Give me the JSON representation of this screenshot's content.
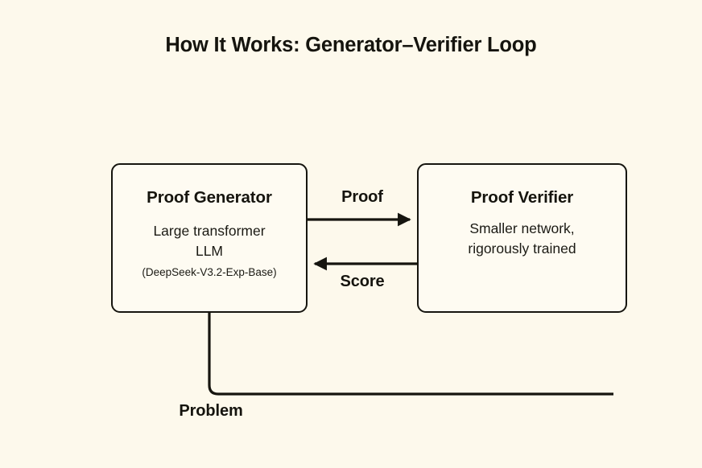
{
  "diagram": {
    "title": "How It Works: Generator–Verifier Loop",
    "background_color": "#fdf9ec",
    "stroke_color": "#16150f",
    "nodes": [
      {
        "id": "generator",
        "title": "Proof Generator",
        "subtitle": "Large transformer\nLLM",
        "note": "(DeepSeek-V3.2-Exp-Base)"
      },
      {
        "id": "verifier",
        "title": "Proof Verifier",
        "subtitle": "Smaller network,\nrigorously trained",
        "note": ""
      }
    ],
    "edges": [
      {
        "id": "proof",
        "label": "Proof",
        "from": "generator",
        "to": "verifier",
        "direction": "right"
      },
      {
        "id": "score",
        "label": "Score",
        "from": "verifier",
        "to": "generator",
        "direction": "left"
      },
      {
        "id": "problem",
        "label": "Problem",
        "from": "generator",
        "to": "",
        "direction": "down-right"
      }
    ]
  }
}
